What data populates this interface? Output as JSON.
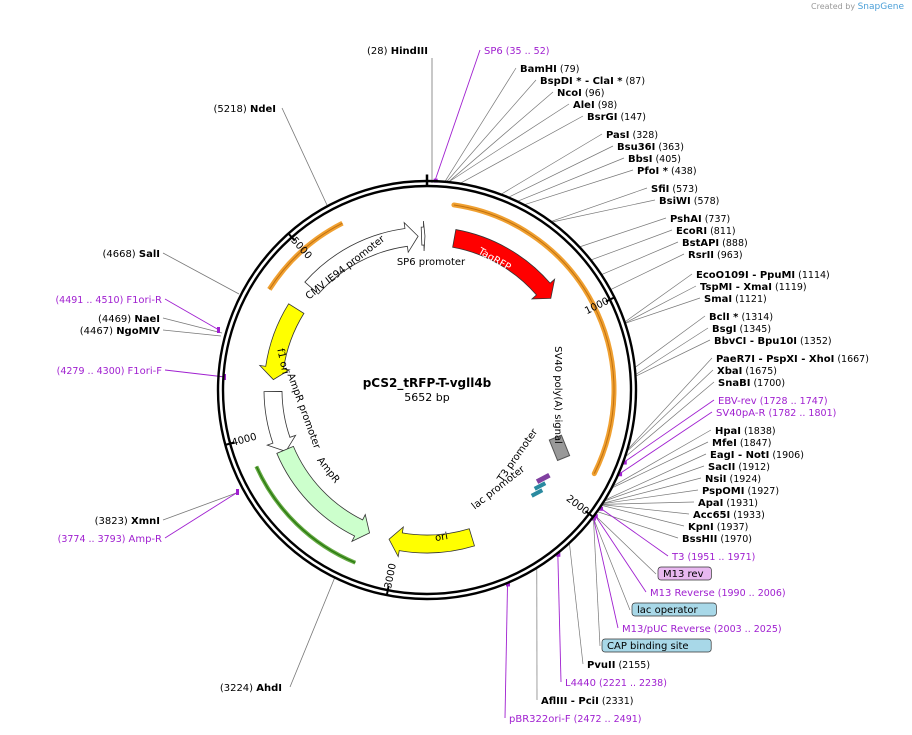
{
  "credit": {
    "prefix": "Created by",
    "brand": "SnapGene"
  },
  "plasmid": {
    "name": "pCS2_tRFP-T-vgll4b",
    "length_label": "5652 bp",
    "length": 5652
  },
  "colors": {
    "enzyme_text": "#000000",
    "primer": "#a020d0",
    "leader": "#777777",
    "tagrfp": "#ff0000",
    "ampr": "#ccffcc",
    "ori": "#ffff00",
    "f1ori": "#ffff00",
    "promoter": "#ffffff",
    "polya": "#999999",
    "orange_arc": "#f0a030",
    "green_arc": "#2a7a10",
    "box_m13": "#e8b8f0",
    "box_blue": "#a8d8e8"
  },
  "ticks": [
    {
      "bp": 1000,
      "label": "1000"
    },
    {
      "bp": 2000,
      "label": "2000"
    },
    {
      "bp": 3000,
      "label": "3000"
    },
    {
      "bp": 4000,
      "label": "4000"
    },
    {
      "bp": 5000,
      "label": "5000"
    }
  ],
  "features": [
    {
      "name": "TagRFP",
      "label": "TagRFP",
      "start": 160,
      "end": 840,
      "kind": "cds",
      "color": "#ff0000",
      "text_color": "#ffffff"
    },
    {
      "name": "CMV IE94 promoter",
      "label": "CMV IE94 promoter",
      "start": 4890,
      "end": 5600,
      "kind": "promoter",
      "color": "#ffffff",
      "text_color": "#000000"
    },
    {
      "name": "SP6 promoter",
      "label": "SP6 promoter",
      "start": 5620,
      "end": 5640,
      "kind": "promoter",
      "color": "#ffffff",
      "text_color": "#000000"
    },
    {
      "name": "f1 ori",
      "label": "f1 ori",
      "start": 4300,
      "end": 4740,
      "kind": "ori_rev",
      "color": "#ffff00",
      "text_color": "#000000"
    },
    {
      "name": "AmpR promoter",
      "label": "AmpR promoter",
      "start": 3870,
      "end": 4230,
      "kind": "promoter_rev",
      "color": "#ffffff",
      "text_color": "#000000"
    },
    {
      "name": "AmpR",
      "label": "AmpR",
      "start": 3170,
      "end": 3880,
      "kind": "cds_rev",
      "color": "#ccffcc",
      "text_color": "#000000"
    },
    {
      "name": "ori",
      "label": "ori",
      "start": 2560,
      "end": 3050,
      "kind": "ori",
      "color": "#ffff00",
      "text_color": "#000000"
    }
  ],
  "inner_labels": [
    {
      "text": "SV40 poly(A) signal"
    },
    {
      "text": "T3 promoter"
    },
    {
      "text": "lac promoter"
    }
  ],
  "left_sites": [
    {
      "pos": "(28)",
      "name": "HindIII"
    },
    {
      "pos": "(5218)",
      "name": "NdeI"
    },
    {
      "pos": "(4668)",
      "name": "SalI"
    },
    {
      "pos": "(4469)",
      "name": "NaeI"
    },
    {
      "pos": "(4467)",
      "name": "NgoMIV"
    },
    {
      "pos": "(3823)",
      "name": "XmnI"
    },
    {
      "pos": "(3224)",
      "name": "AhdI"
    }
  ],
  "left_primers": [
    {
      "pos": "(4491 .. 4510)",
      "name": "F1ori-R"
    },
    {
      "pos": "(4279 .. 4300)",
      "name": "F1ori-F"
    },
    {
      "pos": "(3774 .. 3793)",
      "name": "Amp-R"
    }
  ],
  "right_labels": [
    {
      "name": "SP6",
      "pos": "(35 .. 52)",
      "kind": "primer"
    },
    {
      "name": "BamHI",
      "pos": "(79)",
      "kind": "site"
    },
    {
      "name": "BspDI * - ClaI *",
      "pos": "(87)",
      "kind": "site"
    },
    {
      "name": "NcoI",
      "pos": "(96)",
      "kind": "site"
    },
    {
      "name": "AleI",
      "pos": "(98)",
      "kind": "site"
    },
    {
      "name": "BsrGI",
      "pos": "(147)",
      "kind": "site"
    },
    {
      "name": "PasI",
      "pos": "(328)",
      "kind": "site"
    },
    {
      "name": "Bsu36I",
      "pos": "(363)",
      "kind": "site"
    },
    {
      "name": "BbsI",
      "pos": "(405)",
      "kind": "site"
    },
    {
      "name": "PfoI *",
      "pos": "(438)",
      "kind": "site"
    },
    {
      "name": "SfiI",
      "pos": "(573)",
      "kind": "site"
    },
    {
      "name": "BsiWI",
      "pos": "(578)",
      "kind": "site"
    },
    {
      "name": "PshAI",
      "pos": "(737)",
      "kind": "site"
    },
    {
      "name": "EcoRI",
      "pos": "(811)",
      "kind": "site"
    },
    {
      "name": "BstAPI",
      "pos": "(888)",
      "kind": "site"
    },
    {
      "name": "RsrII",
      "pos": "(963)",
      "kind": "site"
    },
    {
      "name": "EcoO109I - PpuMI",
      "pos": "(1114)",
      "kind": "site"
    },
    {
      "name": "TspMI - XmaI",
      "pos": "(1119)",
      "kind": "site"
    },
    {
      "name": "SmaI",
      "pos": "(1121)",
      "kind": "site"
    },
    {
      "name": "BclI *",
      "pos": "(1314)",
      "kind": "site"
    },
    {
      "name": "BsgI",
      "pos": "(1345)",
      "kind": "site"
    },
    {
      "name": "BbvCI - Bpu10I",
      "pos": "(1352)",
      "kind": "site"
    },
    {
      "name": "PaeR7I - PspXI - XhoI",
      "pos": "(1667)",
      "kind": "site"
    },
    {
      "name": "XbaI",
      "pos": "(1675)",
      "kind": "site"
    },
    {
      "name": "SnaBI",
      "pos": "(1700)",
      "kind": "site"
    },
    {
      "name": "EBV-rev",
      "pos": "(1728 .. 1747)",
      "kind": "primer"
    },
    {
      "name": "SV40pA-R",
      "pos": "(1782 .. 1801)",
      "kind": "primer"
    },
    {
      "name": "HpaI",
      "pos": "(1838)",
      "kind": "site"
    },
    {
      "name": "MfeI",
      "pos": "(1847)",
      "kind": "site"
    },
    {
      "name": "EagI - NotI",
      "pos": "(1906)",
      "kind": "site"
    },
    {
      "name": "SacII",
      "pos": "(1912)",
      "kind": "site"
    },
    {
      "name": "NsiI",
      "pos": "(1924)",
      "kind": "site"
    },
    {
      "name": "PspOMI",
      "pos": "(1927)",
      "kind": "site"
    },
    {
      "name": "ApaI",
      "pos": "(1931)",
      "kind": "site"
    },
    {
      "name": "Acc65I",
      "pos": "(1933)",
      "kind": "site"
    },
    {
      "name": "KpnI",
      "pos": "(1937)",
      "kind": "site"
    },
    {
      "name": "BssHII",
      "pos": "(1970)",
      "kind": "site"
    },
    {
      "name": "T3",
      "pos": "(1951 .. 1971)",
      "kind": "primer"
    },
    {
      "name": "M13 rev",
      "pos": "",
      "kind": "box_m13"
    },
    {
      "name": "M13 Reverse",
      "pos": "(1990 .. 2006)",
      "kind": "primer"
    },
    {
      "name": "lac operator",
      "pos": "",
      "kind": "box_blue"
    },
    {
      "name": "M13/pUC Reverse",
      "pos": "(2003 .. 2025)",
      "kind": "primer"
    },
    {
      "name": "CAP binding site",
      "pos": "",
      "kind": "box_blue"
    },
    {
      "name": "PvuII",
      "pos": "(2155)",
      "kind": "site"
    },
    {
      "name": "L4440",
      "pos": "(2221 .. 2238)",
      "kind": "primer"
    },
    {
      "name": "AflIII - PciI",
      "pos": "(2331)",
      "kind": "site"
    },
    {
      "name": "pBR322ori-F",
      "pos": "(2472 .. 2491)",
      "kind": "primer"
    }
  ]
}
